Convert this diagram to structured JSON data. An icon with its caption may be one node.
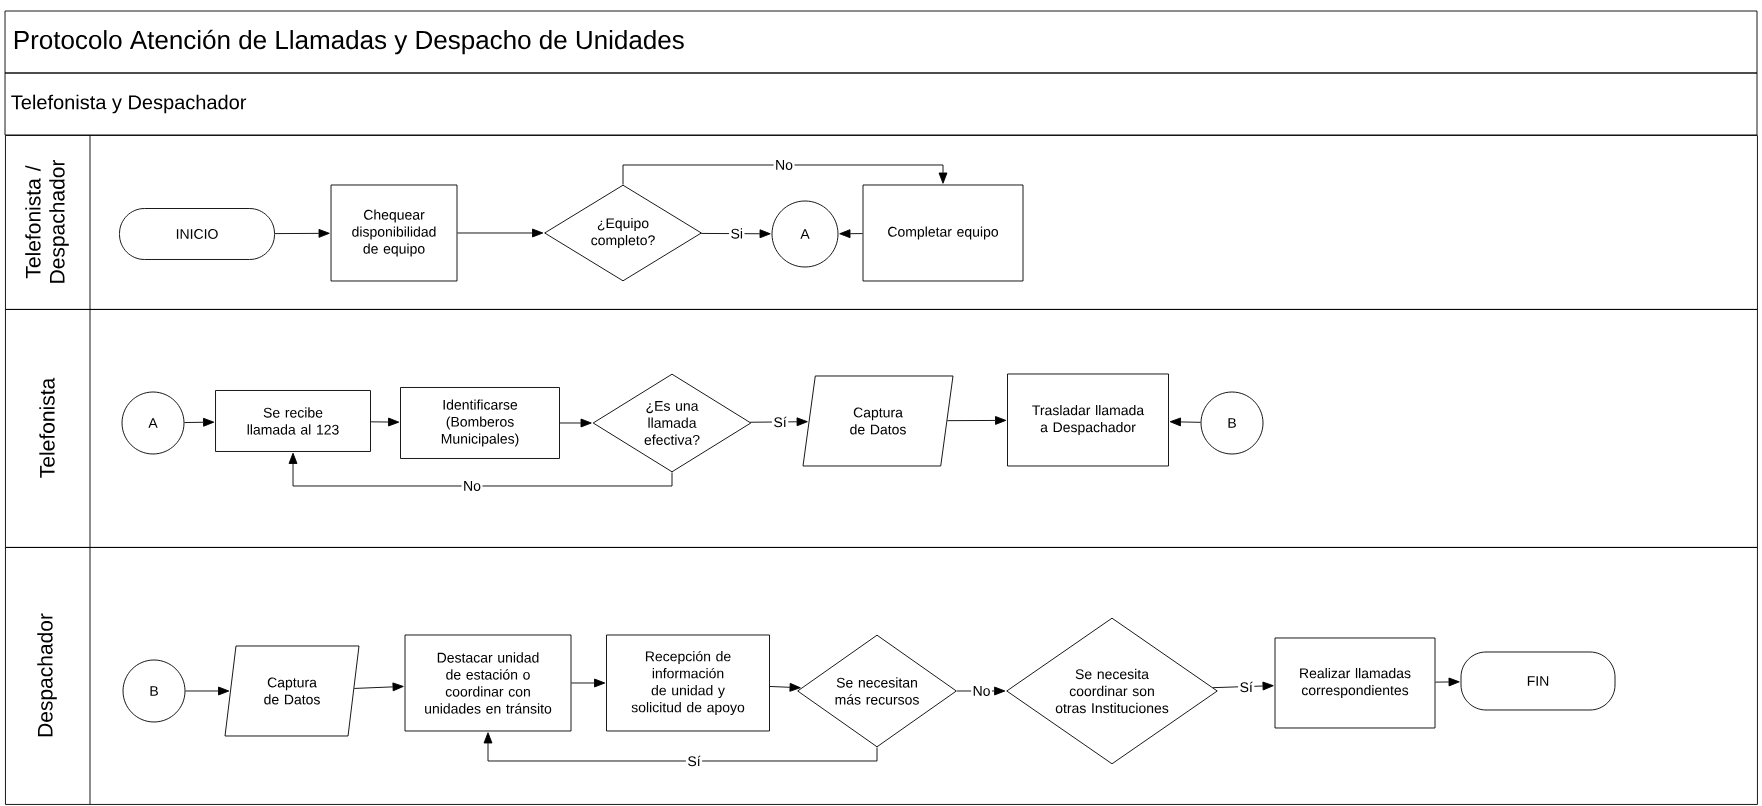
{
  "diagram": {
    "title": "Protocolo Atención de Llamadas y Despacho de Unidades",
    "nodes": [
      {
        "text": [
          "Telefonista / Despachador"
        ]
      },
      {
        "text": [
          "INICIO"
        ],
        "in": 0
      },
      {
        "text": [
          "Chequear disponibilidad de equipo"
        ],
        "in": 0
      },
      {
        "text": [
          "¿Equipo completo?"
        ],
        "in": 0
      },
      {
        "text": [
          "A"
        ],
        "in": 0
      },
      {
        "text": [
          "Completar equipo"
        ],
        "in": 0
      },
      {
        "text": [
          "Telefonista"
        ]
      },
      {
        "text": [
          "A"
        ],
        "in": 6
      },
      {
        "text": [
          "Se recibe llamada al 123"
        ],
        "in": 6
      },
      {
        "text": [
          "Identificarse (Bomberos Municipales)"
        ],
        "in": 6
      },
      {
        "text": [
          "¿Es una llamada efectiva?"
        ],
        "in": 6
      },
      {
        "text": [
          "Captura de Datos"
        ],
        "in": 6
      },
      {
        "text": [
          "Trasladar llamada a Despachador"
        ],
        "in": 6
      },
      {
        "text": [
          "B"
        ],
        "in": 6
      },
      {
        "text": [
          "Despachador"
        ]
      },
      {
        "text": [
          "B"
        ],
        "in": 14
      },
      {
        "text": [
          "Captura de Datos"
        ],
        "in": 14
      },
      {
        "text": [
          "Destacar unidad de estación o coordinar con unidades en tránsito"
        ],
        "in": 14
      },
      {
        "text": [
          "Recepción de información de unidad y solicitud de apoyo"
        ],
        "in": 14
      },
      {
        "text": [
          "Se necesitan más recursos"
        ],
        "in": 14
      },
      {
        "text": [
          "Se necesita coordinar son otras Instituciones"
        ],
        "in": 14
      },
      {
        "text": [
          "Realizar llamadas correspondientes"
        ],
        "in": 14
      },
      {
        "text": [
          "FIN"
        ],
        "in": 14
      }
    ],
    "edges": [
      {
        "from": 1,
        "to": 2,
        "arrow": "to"
      },
      {
        "from": 2,
        "to": 3,
        "arrow": "to"
      },
      {
        "from": 3,
        "to": 4,
        "arrow": "to",
        "label": "Si"
      },
      {
        "from": 3,
        "to": 5,
        "arrow": "to",
        "label": "No"
      },
      {
        "from": 5,
        "to": 4,
        "arrow": "to"
      },
      {
        "from": 7,
        "to": 8,
        "arrow": "to"
      },
      {
        "from": 8,
        "to": 9,
        "arrow": "to"
      },
      {
        "from": 9,
        "to": 10,
        "arrow": "to"
      },
      {
        "from": 10,
        "to": 11,
        "arrow": "to",
        "label": "Sí"
      },
      {
        "from": 10,
        "to": 8,
        "arrow": "to",
        "label": "No"
      },
      {
        "from": 11,
        "to": 12,
        "arrow": "to"
      },
      {
        "from": 13,
        "to": 12,
        "arrow": "to"
      },
      {
        "from": 15,
        "to": 16,
        "arrow": "to"
      },
      {
        "from": 16,
        "to": 17,
        "arrow": "to"
      },
      {
        "from": 17,
        "to": 18,
        "arrow": "to"
      },
      {
        "from": 18,
        "to": 19,
        "arrow": "to"
      },
      {
        "from": 19,
        "to": 20,
        "arrow": "to",
        "label": "No"
      },
      {
        "from": 20,
        "to": 21,
        "arrow": "to",
        "label": "Sí"
      },
      {
        "from": 21,
        "to": 22,
        "arrow": "to"
      },
      {
        "from": 19,
        "to": 17,
        "arrow": "to",
        "label": "Sí"
      }
    ],
    "labels": [
      "Telefonista y Despachador"
    ]
  }
}
